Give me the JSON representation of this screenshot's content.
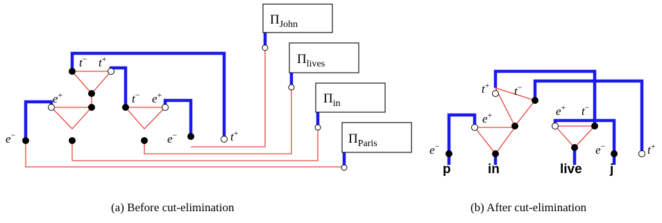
{
  "figure": {
    "panel_a": {
      "caption": "(a) Before cut-elimination",
      "boxes": [
        {
          "base": "Π",
          "sub": "John"
        },
        {
          "base": "Π",
          "sub": "lives"
        },
        {
          "base": "Π",
          "sub": "in"
        },
        {
          "base": "Π",
          "sub": "Paris"
        }
      ],
      "labels": {
        "t_minus": "t",
        "t_plus": "t",
        "e_minus": "e",
        "e_plus": "e",
        "minus": "−",
        "plus": "+"
      }
    },
    "panel_b": {
      "caption": "(b) After cut-elimination",
      "words": [
        "p",
        "in",
        "live",
        "j"
      ],
      "labels": {
        "t": "t",
        "e": "e",
        "minus": "−",
        "plus": "+"
      }
    }
  }
}
